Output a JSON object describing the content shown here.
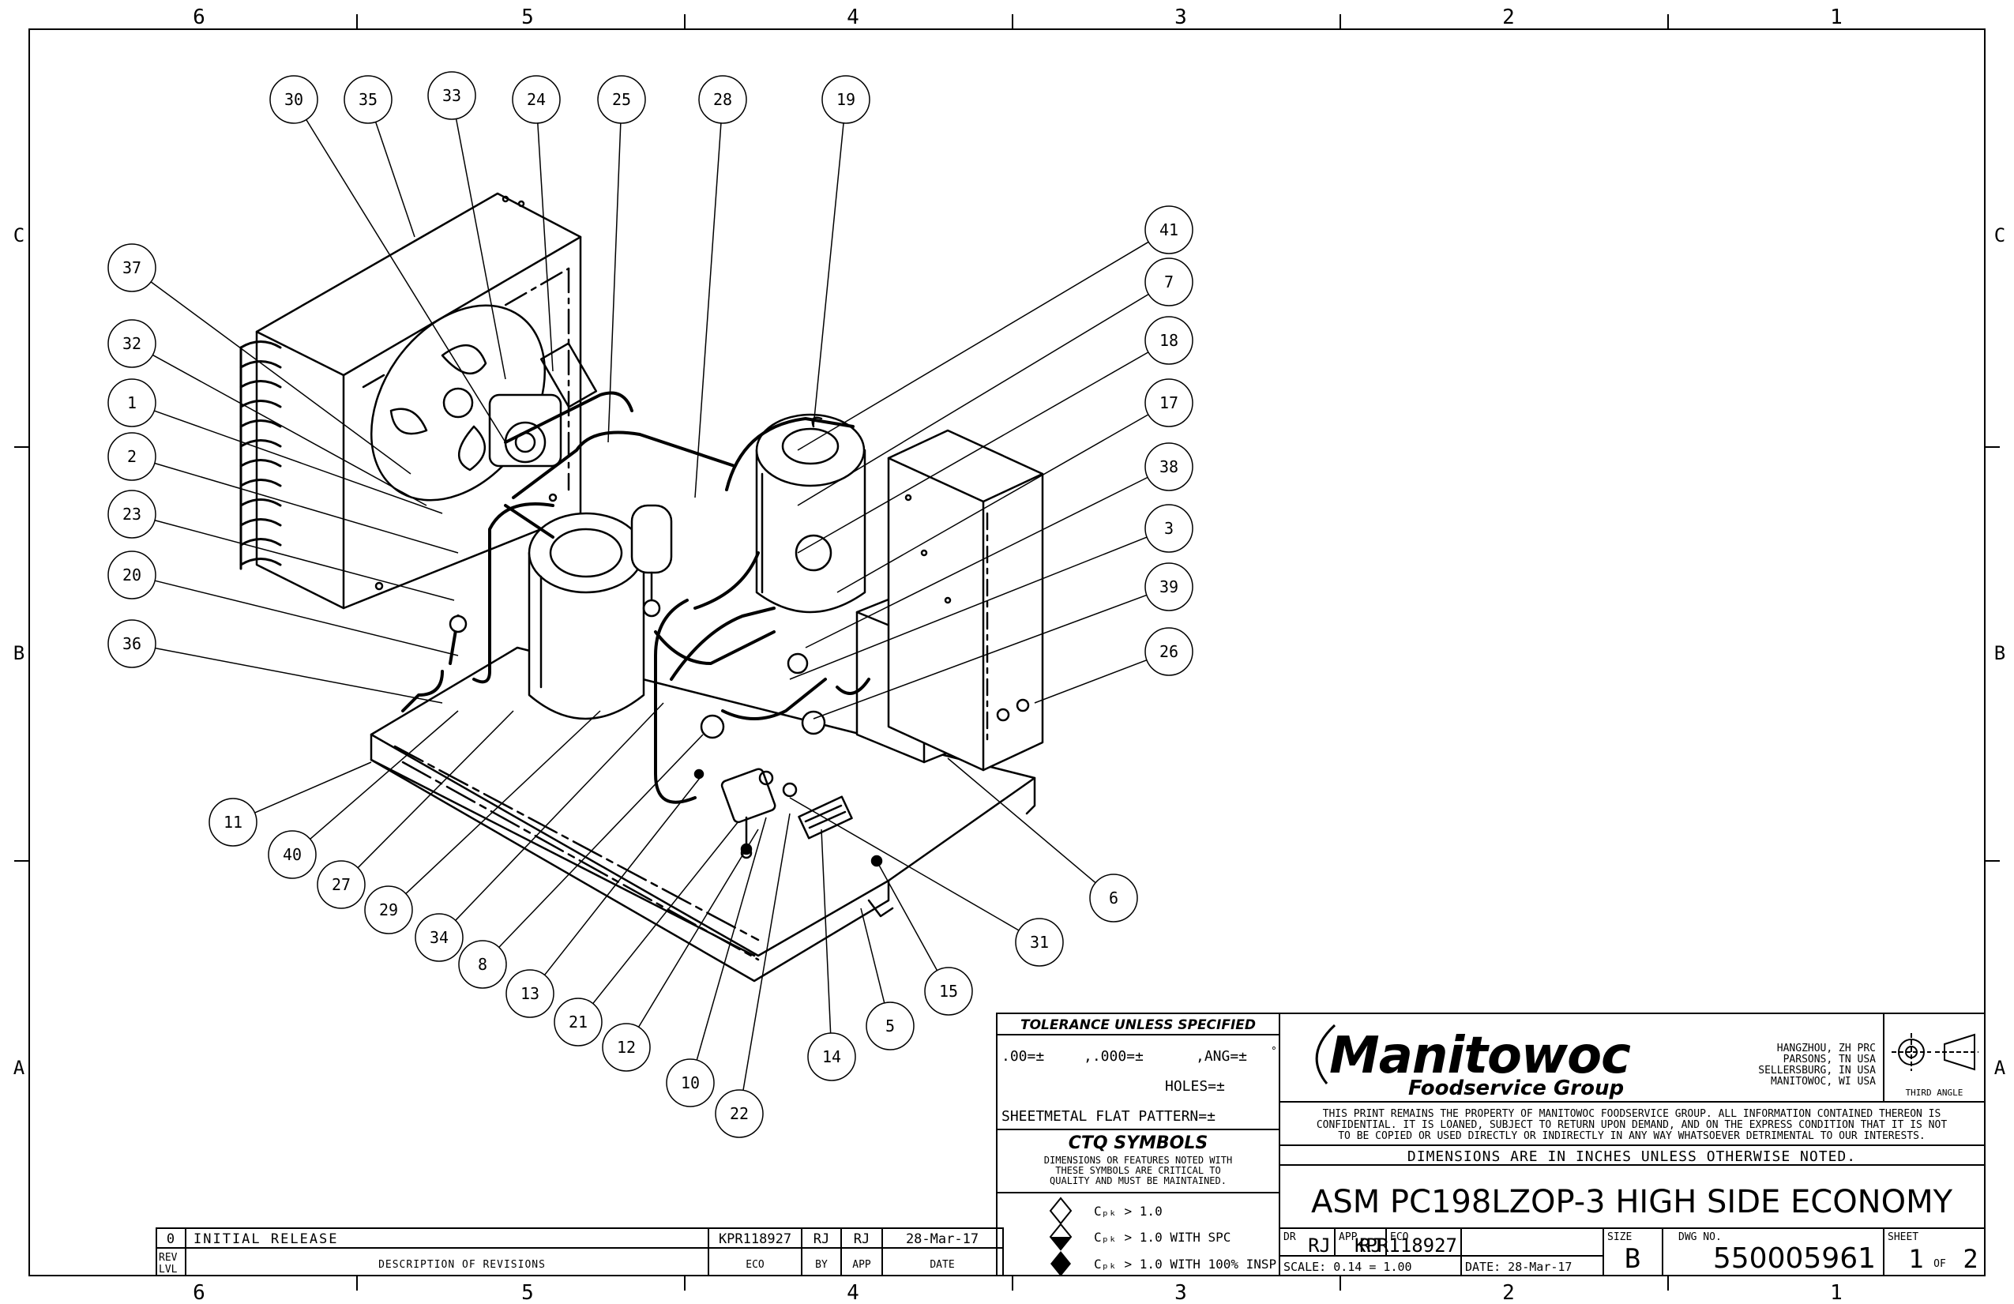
{
  "frame": {
    "columns": [
      "6",
      "5",
      "4",
      "3",
      "2",
      "1"
    ],
    "rows": [
      "C",
      "B",
      "A"
    ]
  },
  "balloons": [
    "30",
    "35",
    "33",
    "24",
    "25",
    "28",
    "19",
    "37",
    "32",
    "1",
    "2",
    "23",
    "20",
    "36",
    "41",
    "7",
    "18",
    "17",
    "38",
    "3",
    "39",
    "26",
    "11",
    "40",
    "27",
    "29",
    "34",
    "8",
    "13",
    "21",
    "12",
    "10",
    "22",
    "14",
    "5",
    "15",
    "31",
    "6"
  ],
  "tolerance": {
    "heading": "TOLERANCE UNLESS SPECIFIED",
    "line1_a": ".00=±",
    "line1_b": ",.000=±",
    "line1_c": ",ANG=±",
    "degree": "°",
    "holes": "HOLES=±",
    "sheetmetal": "SHEETMETAL FLAT PATTERN=±"
  },
  "ctq": {
    "heading": "CTQ SYMBOLS",
    "note_lines": [
      "DIMENSIONS OR FEATURES NOTED WITH",
      "THESE SYMBOLS ARE CRITICAL TO",
      "QUALITY AND MUST BE MAINTAINED."
    ],
    "items": [
      "Cₚₖ > 1.0",
      "Cₚₖ > 1.0 WITH SPC",
      "Cₚₖ > 1.0 WITH 100% INSP"
    ]
  },
  "company": {
    "name": "Manitowoc",
    "group": "Foodservice Group",
    "locations": [
      "HANGZHOU, ZH PRC",
      "PARSONS, TN USA",
      "SELLERSBURG, IN USA",
      "MANITOWOC, WI USA"
    ],
    "projection": "THIRD ANGLE"
  },
  "notice_lines": [
    "THIS PRINT REMAINS THE PROPERTY OF MANITOWOC FOODSERVICE GROUP.  ALL INFORMATION CONTAINED THEREON IS",
    "CONFIDENTIAL.  IT IS LOANED, SUBJECT TO RETURN UPON DEMAND, AND ON THE EXPRESS CONDITION THAT IT IS NOT",
    "TO BE COPIED OR USED DIRECTLY OR INDIRECTLY IN ANY WAY WHATSOEVER DETRIMENTAL TO OUR INTERESTS."
  ],
  "dimensions_note": "DIMENSIONS ARE IN INCHES UNLESS OTHERWISE NOTED.",
  "title": "ASM PC198LZOP-3 HIGH SIDE ECONOMY",
  "drawing": {
    "dr_label": "DR",
    "dr": "RJ",
    "app_label": "APP",
    "app": "RJ",
    "eco_label": "ECO",
    "eco": "KPR118927",
    "size_label": "SIZE",
    "size": "B",
    "dwg_label": "DWG NO.",
    "dwg_no": "550005961",
    "sheet_label": "SHEET",
    "sheet": "1",
    "of_label": "OF",
    "sheet_total": "2",
    "scale": "SCALE:  0.14 = 1.00",
    "date": "DATE: 28-Mar-17"
  },
  "revisions": {
    "row": {
      "rev": "0",
      "description": "INITIAL RELEASE",
      "eco": "KPR118927",
      "by": "RJ",
      "app": "RJ",
      "date": "28-Mar-17"
    },
    "headers": {
      "rev": "REV LVL",
      "rev1": "REV",
      "rev2": "LVL",
      "description": "DESCRIPTION OF REVISIONS",
      "eco": "ECO",
      "by": "BY",
      "app": "APP",
      "date": "DATE"
    }
  }
}
